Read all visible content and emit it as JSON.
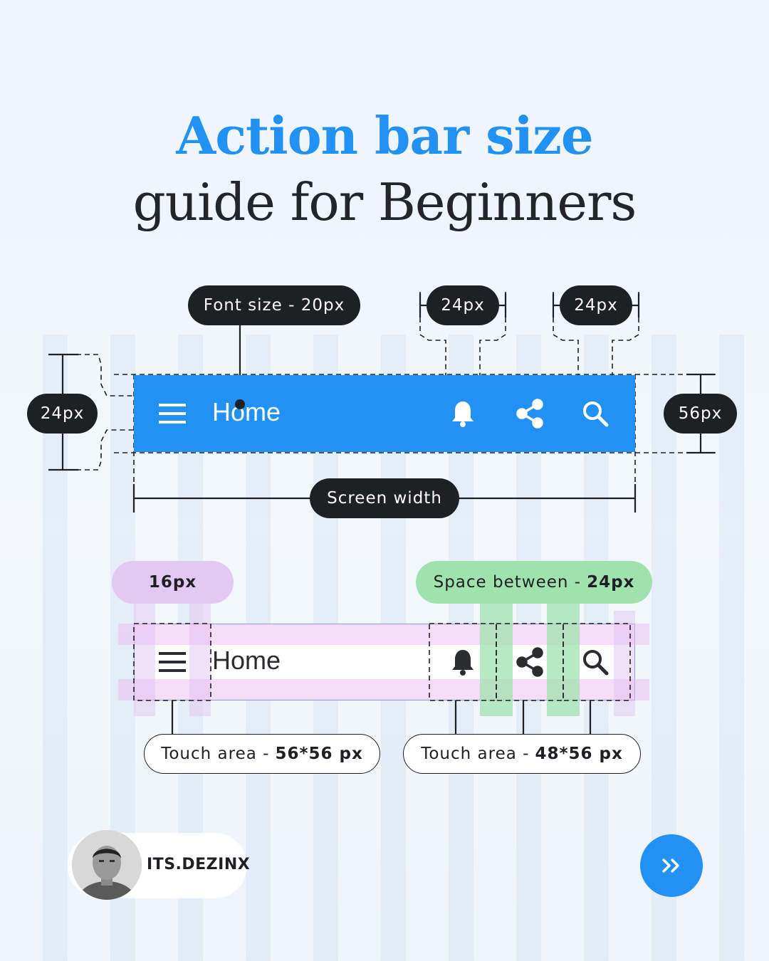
{
  "title": {
    "line1": "Action bar size",
    "line2": "guide for Beginners"
  },
  "top_diagram": {
    "font_size_label": "Font size - 20px",
    "icon_width_label_1": "24px",
    "icon_width_label_2": "24px",
    "icon_height_label": "24px",
    "bar_height_label": "56px",
    "screen_width_label": "Screen width",
    "bar_title": "Home",
    "bar_color": "#2191f3",
    "icons": [
      "menu-icon",
      "bell-icon",
      "share-icon",
      "search-icon"
    ]
  },
  "bottom_diagram": {
    "padding_label": "16px",
    "spacing_label": "Space between -",
    "spacing_value": "24px",
    "bar_title": "Home",
    "touch_label_left": "Touch area -",
    "touch_value_left": "56*56 px",
    "touch_label_right": "Touch area -",
    "touch_value_right": "48*56 px",
    "padding_color": "#e2c9f3",
    "spacing_color": "#9fe2ad",
    "icons": [
      "menu-icon",
      "bell-icon",
      "share-icon",
      "search-icon"
    ]
  },
  "footer": {
    "handle": "ITS.DEZINX",
    "next_icon": "double-chevron-right-icon"
  }
}
